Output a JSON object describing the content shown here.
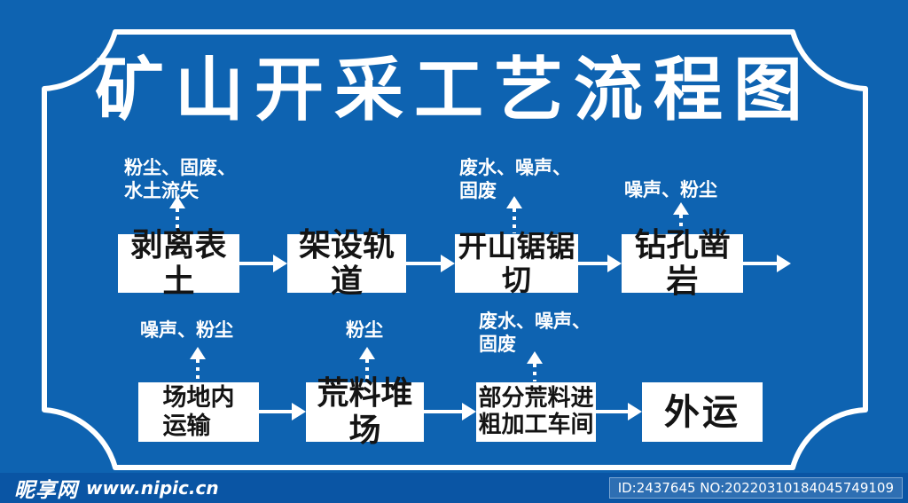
{
  "title": "矿山开采工艺流程图",
  "colors": {
    "background": "#0e63b1",
    "footer_background": "#0a55a4",
    "box_background": "#ffffff",
    "box_text": "#141414",
    "frame_and_arrows": "#ffffff",
    "id_badge_background": "#2e6fb3"
  },
  "flow": {
    "top_row": [
      {
        "label_line1": "剥离表土",
        "emission_line1": "粉尘、固废、",
        "emission_line2": "水土流失"
      },
      {
        "label_line1": "架设轨道"
      },
      {
        "label_line1": "开山锯锯切",
        "emission_line1": "废水、噪声、",
        "emission_line2": "固废"
      },
      {
        "label_line1": "钻孔凿岩",
        "emission_line1": "噪声、粉尘"
      }
    ],
    "bottom_row": [
      {
        "label_line1": "场地内",
        "label_line2": "运输",
        "emission_line1": "噪声、粉尘"
      },
      {
        "label_line1": "荒料堆场",
        "emission_line1": "粉尘"
      },
      {
        "label_line1": "部分荒料进",
        "label_line2": "粗加工车间",
        "emission_line1": "废水、噪声、",
        "emission_line2": "固废"
      },
      {
        "label_line1": "外运"
      }
    ]
  },
  "footer": {
    "brand": "昵享网",
    "url": "www.nipic.cn",
    "image_id": "ID:2437645 NO:20220310184045749109"
  }
}
